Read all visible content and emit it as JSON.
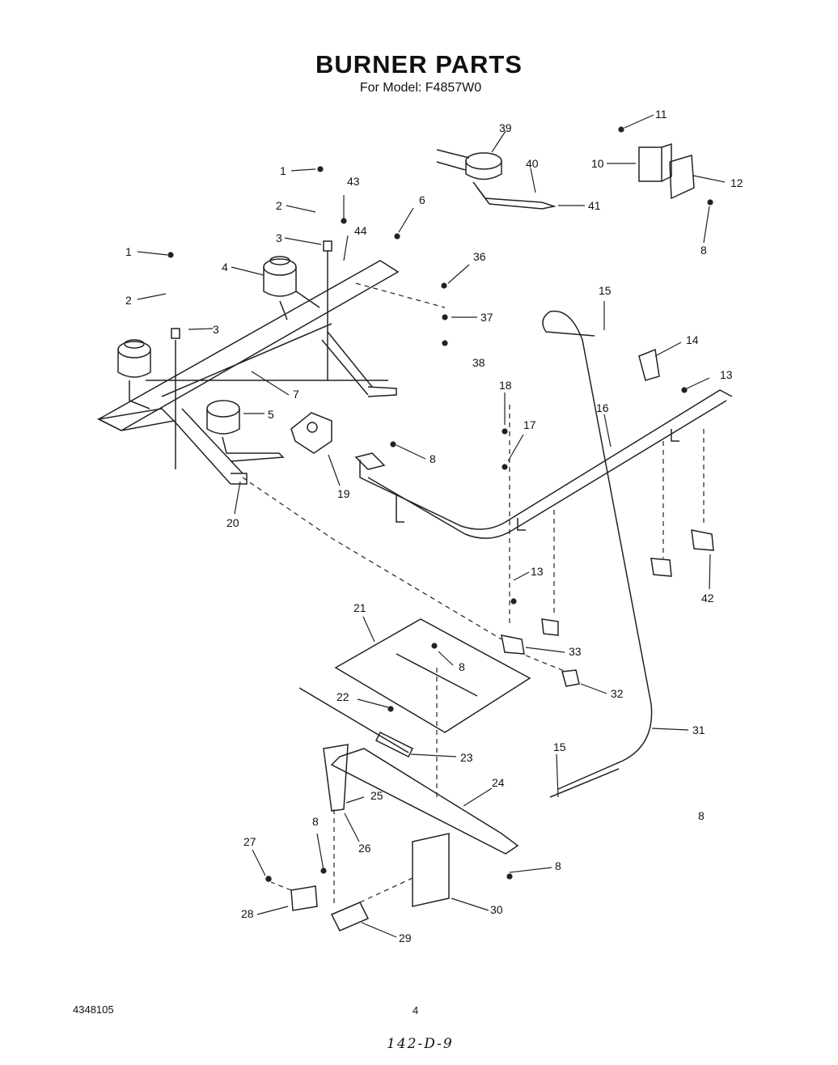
{
  "header": {
    "title": "BURNER PARTS",
    "subtitle": "For Model: F4857W0"
  },
  "callouts": [
    "1",
    "2",
    "43",
    "44",
    "3",
    "4",
    "6",
    "36",
    "37",
    "38",
    "39",
    "40",
    "41",
    "11",
    "10",
    "12",
    "8",
    "15",
    "14",
    "13",
    "16",
    "18",
    "17",
    "7",
    "5",
    "19",
    "20",
    "21",
    "22",
    "23",
    "24",
    "25",
    "26",
    "27",
    "28",
    "29",
    "30",
    "31",
    "32",
    "33",
    "42"
  ],
  "footer": {
    "part_number": "4348105",
    "page_number": "4",
    "handwritten_code": "142-D-9"
  }
}
